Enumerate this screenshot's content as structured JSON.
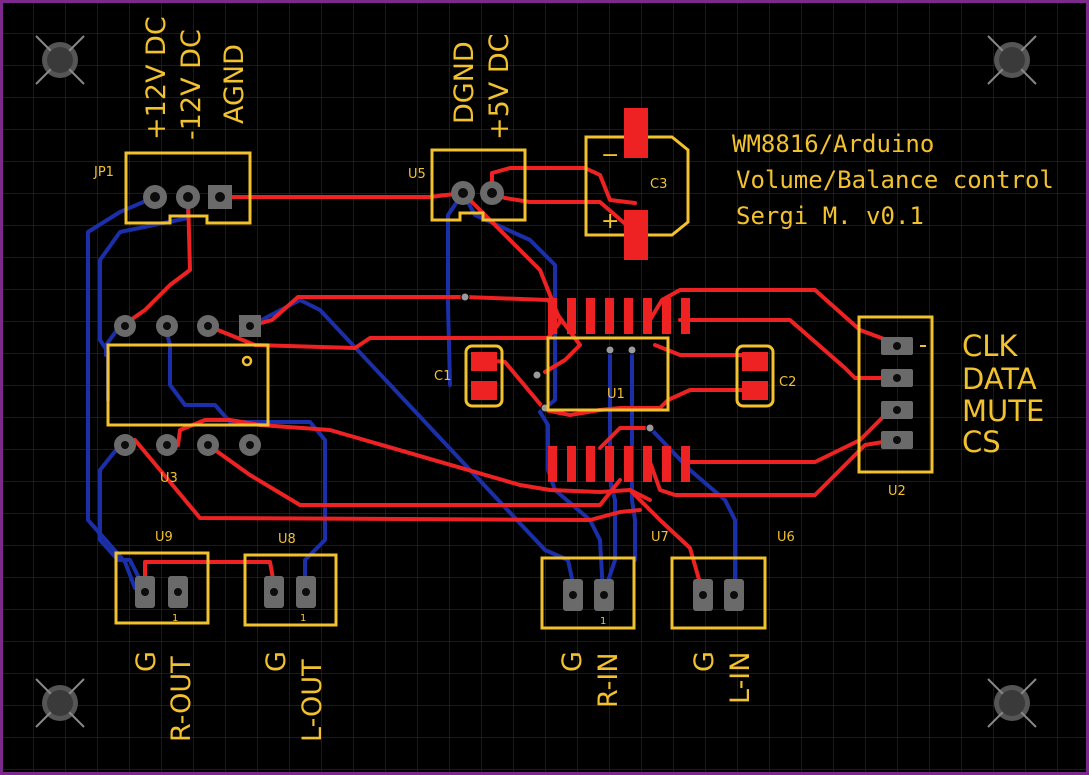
{
  "board": {
    "title_line1": "WM8816/Arduino",
    "title_line2": "Volume/Balance control",
    "title_line3": "Sergi M. v0.1",
    "colors": {
      "background": "#000000",
      "outline": "#7b2a8c",
      "grid": "#333333",
      "silkscreen": "#f2c12e",
      "top_copper": "#ee2222",
      "bottom_copper": "#1a2fa8",
      "pad": "#6a6a6a"
    }
  },
  "components": {
    "jp1": "JP1",
    "u5": "U5",
    "c3": "C3",
    "c1": "C1",
    "c2": "C2",
    "u1": "U1",
    "u2": "U2",
    "u3": "U3",
    "u9": "U9",
    "u8": "U8",
    "u7": "U7",
    "u6": "U6",
    "c3_minus": "−",
    "c3_plus": "+",
    "pin1_marker": "1"
  },
  "labels": {
    "jp1_pin1": "+12V DC",
    "jp1_pin2": "-12V DC",
    "jp1_pin3": "AGND",
    "u5_pin1": "DGND",
    "u5_pin2": "+5V DC",
    "u2_pin1": "CLK",
    "u2_pin2": "DATA",
    "u2_pin3": "MUTE",
    "u2_pin4": "CS",
    "u9_g": "G",
    "u9_sig": "R-OUT",
    "u8_g": "G",
    "u8_sig": "L-OUT",
    "u7_g": "G",
    "u7_sig": "R-IN",
    "u6_g": "G",
    "u6_sig": "L-IN"
  }
}
